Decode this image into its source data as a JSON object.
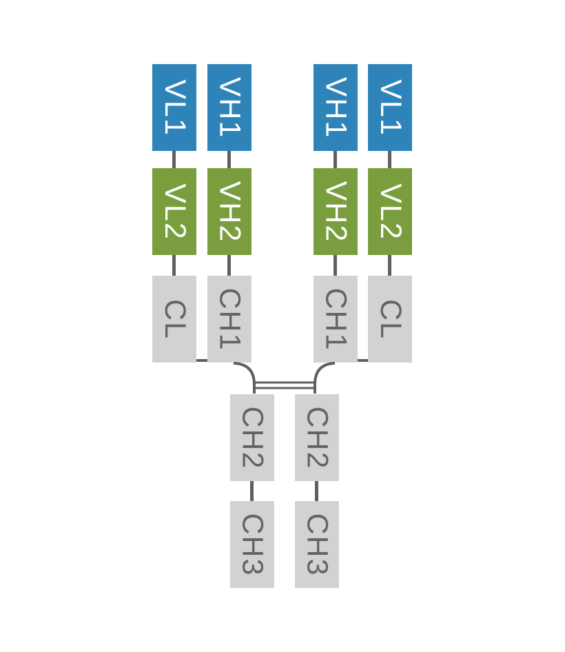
{
  "colors": {
    "v1_blue": "#2e84b8",
    "v2_green": "#7a9e3e",
    "constant_gray": "#d2d2d2",
    "constant_label": "#646464",
    "label_on_color": "#ffffff",
    "bond_line": "#5f5f61",
    "background": "#ffffff"
  },
  "domains": [
    {
      "label": "VL1",
      "tier": "variable-1",
      "color": "blue"
    },
    {
      "label": "VH1",
      "tier": "variable-1",
      "color": "blue"
    },
    {
      "label": "VH1",
      "tier": "variable-1",
      "color": "blue"
    },
    {
      "label": "VL1",
      "tier": "variable-1",
      "color": "blue"
    },
    {
      "label": "VL2",
      "tier": "variable-2",
      "color": "green"
    },
    {
      "label": "VH2",
      "tier": "variable-2",
      "color": "green"
    },
    {
      "label": "VH2",
      "tier": "variable-2",
      "color": "green"
    },
    {
      "label": "VL2",
      "tier": "variable-2",
      "color": "green"
    },
    {
      "label": "CL",
      "tier": "constant",
      "color": "gray"
    },
    {
      "label": "CH1",
      "tier": "constant",
      "color": "gray"
    },
    {
      "label": "CH1",
      "tier": "constant",
      "color": "gray"
    },
    {
      "label": "CL",
      "tier": "constant",
      "color": "gray"
    },
    {
      "label": "CH2",
      "tier": "constant",
      "color": "gray"
    },
    {
      "label": "CH2",
      "tier": "constant",
      "color": "gray"
    },
    {
      "label": "CH3",
      "tier": "constant",
      "color": "gray"
    },
    {
      "label": "CH3",
      "tier": "constant",
      "color": "gray"
    }
  ],
  "hinge": {
    "disulfide_lines": 2
  }
}
